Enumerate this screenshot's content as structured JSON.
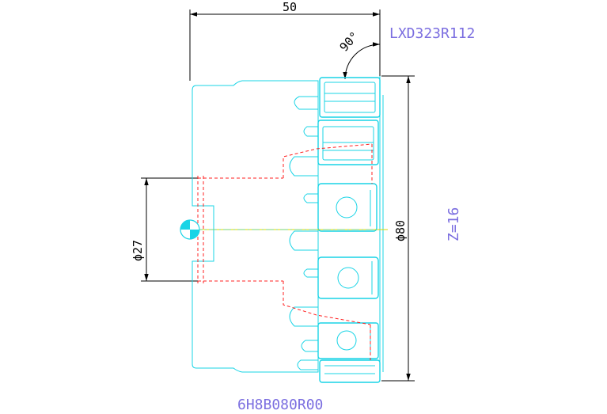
{
  "drawing": {
    "model_code": "LXD323R112",
    "tooth_count": "Z=16",
    "part_code": "6H8B080R00",
    "dimensions": {
      "length": "50",
      "angle": "90°",
      "outer_diameter": "ϕ80",
      "bore_diameter": "ϕ27"
    }
  },
  "colors": {
    "outline": "#19d4e6",
    "hidden_lines": "#ff2020",
    "dimension_lines": "#000000",
    "labels": "#7b6ee0",
    "axis": "#d9d900"
  }
}
